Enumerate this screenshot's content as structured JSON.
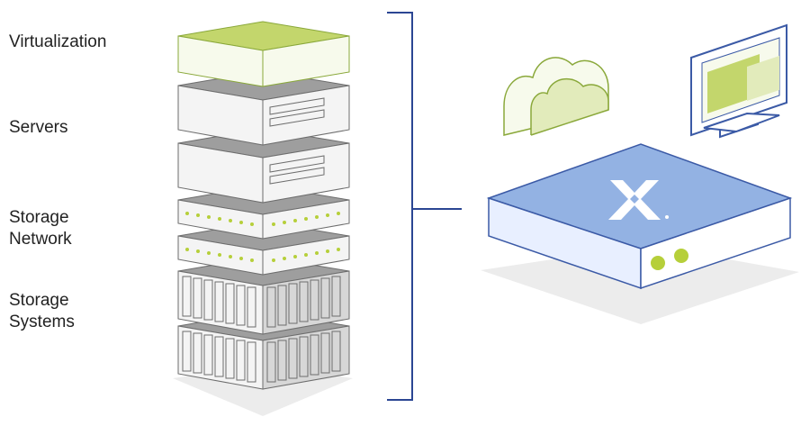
{
  "labels": {
    "virtualization": "Virtualization",
    "servers": "Servers",
    "storage_network": [
      "Storage",
      "Network"
    ],
    "storage_systems": [
      "Storage",
      "Systems"
    ]
  },
  "colors": {
    "green": "#c3d66c",
    "green_light": "#e2ebbb",
    "gray_top": "#9e9e9e",
    "gray_front": "#f4f4f4",
    "gray_side": "#d7d7d7",
    "outline": "#6d6d6d",
    "blue_top": "#93b2e3",
    "blue_front": "#e8efff",
    "blue_line": "#3b5aa6",
    "bracket": "#2b4693",
    "shadow": "#ececec"
  },
  "icons": {
    "cloud": "cloud-icon",
    "monitor": "monitor-icon",
    "logo": "nutanix-x-logo"
  }
}
